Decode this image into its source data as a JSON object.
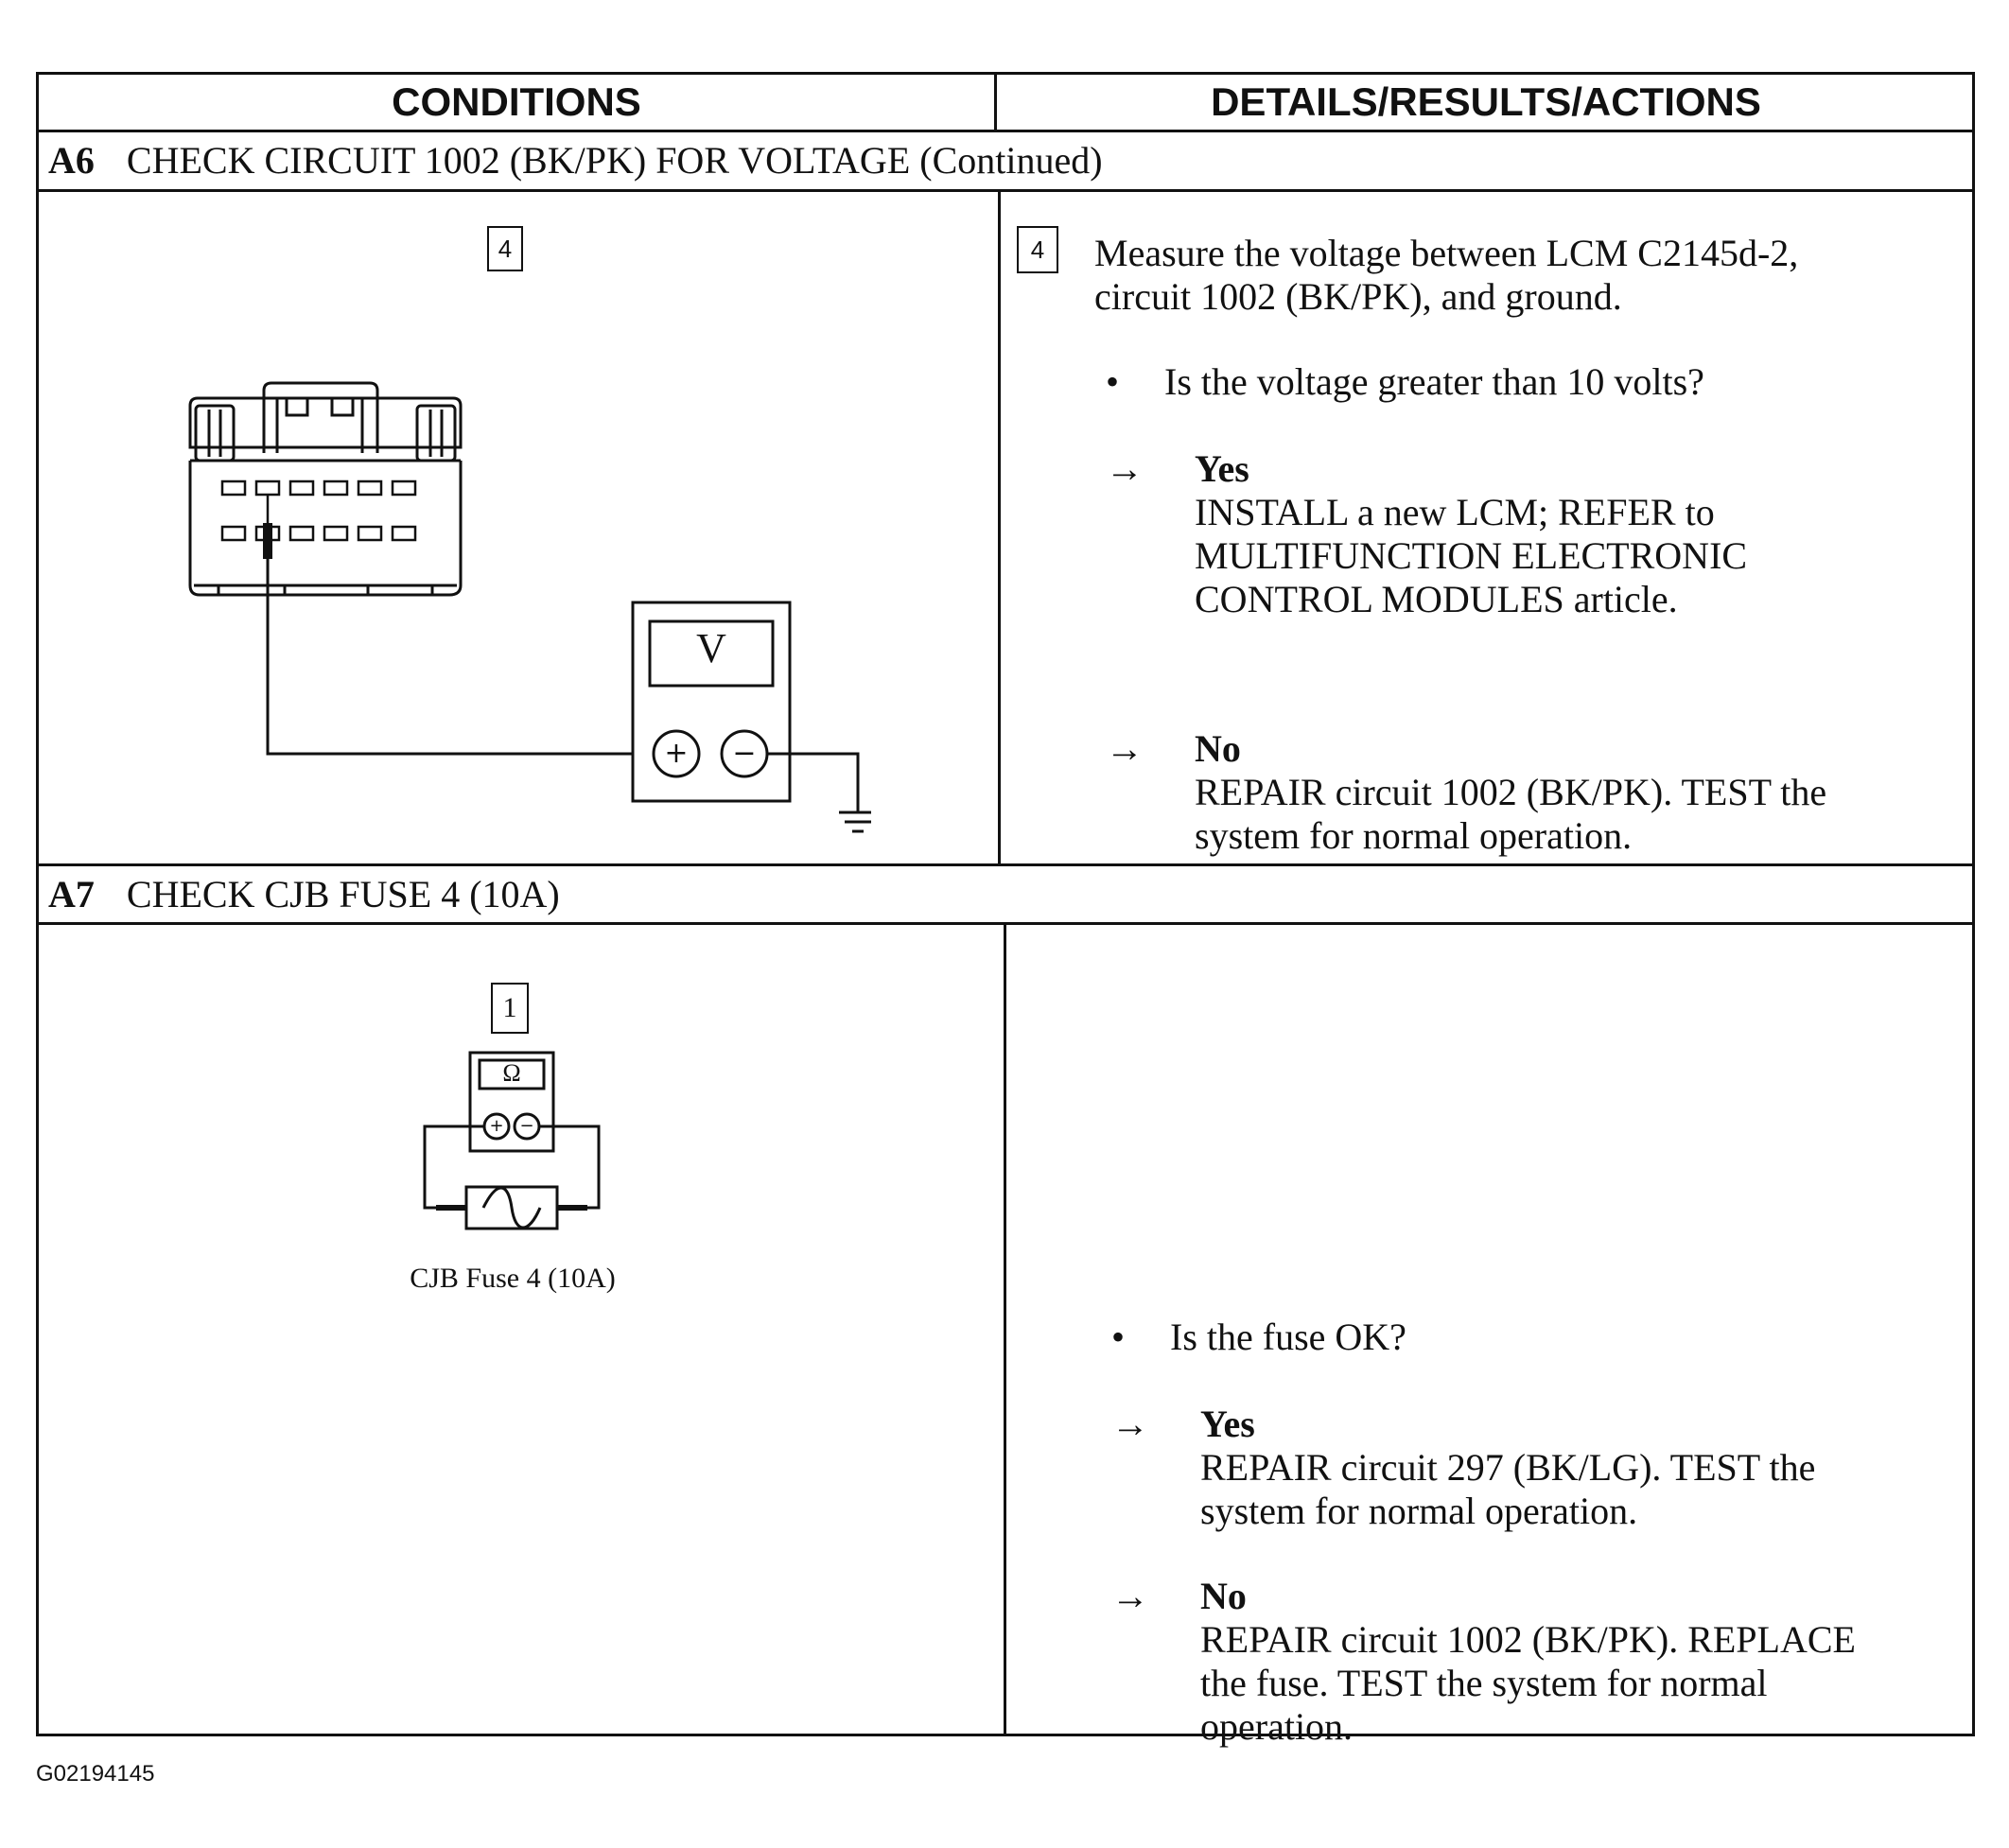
{
  "header": {
    "conditions": "CONDITIONS",
    "details": "DETAILS/RESULTS/ACTIONS"
  },
  "a6": {
    "id": "A6",
    "title": "CHECK CIRCUIT 1002 (BK/PK) FOR VOLTAGE (Continued)",
    "figure": {
      "step_number": "4",
      "meter_label": "V",
      "plus_symbol": "+",
      "minus_symbol": "−"
    },
    "details": {
      "step_number": "4",
      "instruction_line1": "Measure the voltage between LCM C2145d-2,",
      "instruction_line2": "circuit 1002 (BK/PK), and ground.",
      "bullet": "•",
      "question": "Is the voltage greater than 10 volts?",
      "arrow": "→",
      "yes_label": "Yes",
      "yes_line1": "INSTALL a new LCM; REFER to",
      "yes_line2": "MULTIFUNCTION ELECTRONIC",
      "yes_line3": "CONTROL MODULES article.",
      "no_label": "No",
      "no_line1": "REPAIR circuit 1002 (BK/PK). TEST the",
      "no_line2": "system for normal operation."
    }
  },
  "a7": {
    "id": "A7",
    "title": "CHECK CJB FUSE 4 (10A)",
    "figure": {
      "step_number": "1",
      "meter_label": "Ω",
      "plus_symbol": "+",
      "minus_symbol": "−",
      "caption": "CJB Fuse 4 (10A)"
    },
    "details": {
      "bullet": "•",
      "question": "Is the fuse OK?",
      "arrow": "→",
      "yes_label": "Yes",
      "yes_line1": "REPAIR circuit 297 (BK/LG). TEST the",
      "yes_line2": "system for normal operation.",
      "no_label": "No",
      "no_line1": "REPAIR circuit 1002 (BK/PK). REPLACE",
      "no_line2": "the fuse. TEST the system for normal",
      "no_line3": "operation."
    }
  },
  "figure_id": "G02194145"
}
